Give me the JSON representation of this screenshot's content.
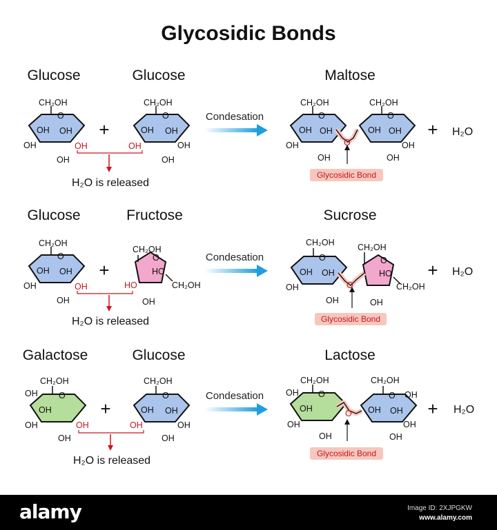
{
  "title": "Glycosidic Bonds",
  "reactions": [
    {
      "reactant1": "Glucose",
      "reactant2": "Glucose",
      "product": "Maltose",
      "arrow_label": "Condesation",
      "released": "H₂O is released",
      "water": "H₂O",
      "bond_label": "Glycosidic Bond"
    },
    {
      "reactant1": "Glucose",
      "reactant2": "Fructose",
      "product": "Sucrose",
      "arrow_label": "Condesation",
      "released": "H₂O is released",
      "water": "H₂O",
      "bond_label": "Glycosidic Bond"
    },
    {
      "reactant1": "Galactose",
      "reactant2": "Glucose",
      "product": "Lactose",
      "arrow_label": "Condesation",
      "released": "H₂O is released",
      "water": "H₂O",
      "bond_label": "Glycosidic Bond"
    }
  ],
  "labels": {
    "ch2oh": "CH₂OH",
    "oh": "OH",
    "o": "O",
    "ho": "HO",
    "plus": "+"
  },
  "colors": {
    "glucose": "#aac4ec",
    "galactose": "#b5dd9b",
    "fructose": "#f2a7cc",
    "bond_highlight": "#f7c7be",
    "arrow": "#1e9ee0",
    "release": "#c8161d"
  },
  "footer": {
    "brand": "alamy",
    "image_id": "Image ID: 2XJPGKW",
    "site": "www.alamy.com"
  }
}
